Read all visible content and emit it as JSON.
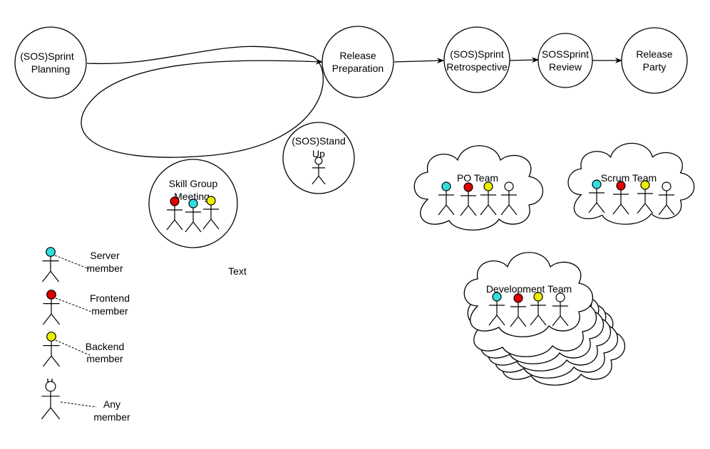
{
  "colors": {
    "server": "#33dddd",
    "frontend": "#dd0000",
    "backend": "#eeee00",
    "any": "#ffffff",
    "line": "#000000"
  },
  "nodes": {
    "sprint_planning": [
      "(SOS)Sprint",
      "Planning"
    ],
    "release_preparation": [
      "Release",
      "Preparation"
    ],
    "retrospective": [
      "(SOS)Sprint",
      "Retrospective"
    ],
    "sprint_review": [
      "SOSSprint",
      "Review"
    ],
    "release_party": [
      "Release",
      "Party"
    ],
    "stand_up": [
      "(SOS)Stand",
      "Up"
    ],
    "skill_group": [
      "Skill Group",
      "Meeting"
    ]
  },
  "teams": {
    "po": "PO Team",
    "scrum": "Scrum Team",
    "development": "Development Team"
  },
  "legend": {
    "server": [
      "Server",
      "member"
    ],
    "frontend": [
      "Frontend",
      "member"
    ],
    "backend": [
      "Backend",
      "member"
    ],
    "any": [
      "Any",
      "member"
    ]
  },
  "free_text": "Text"
}
